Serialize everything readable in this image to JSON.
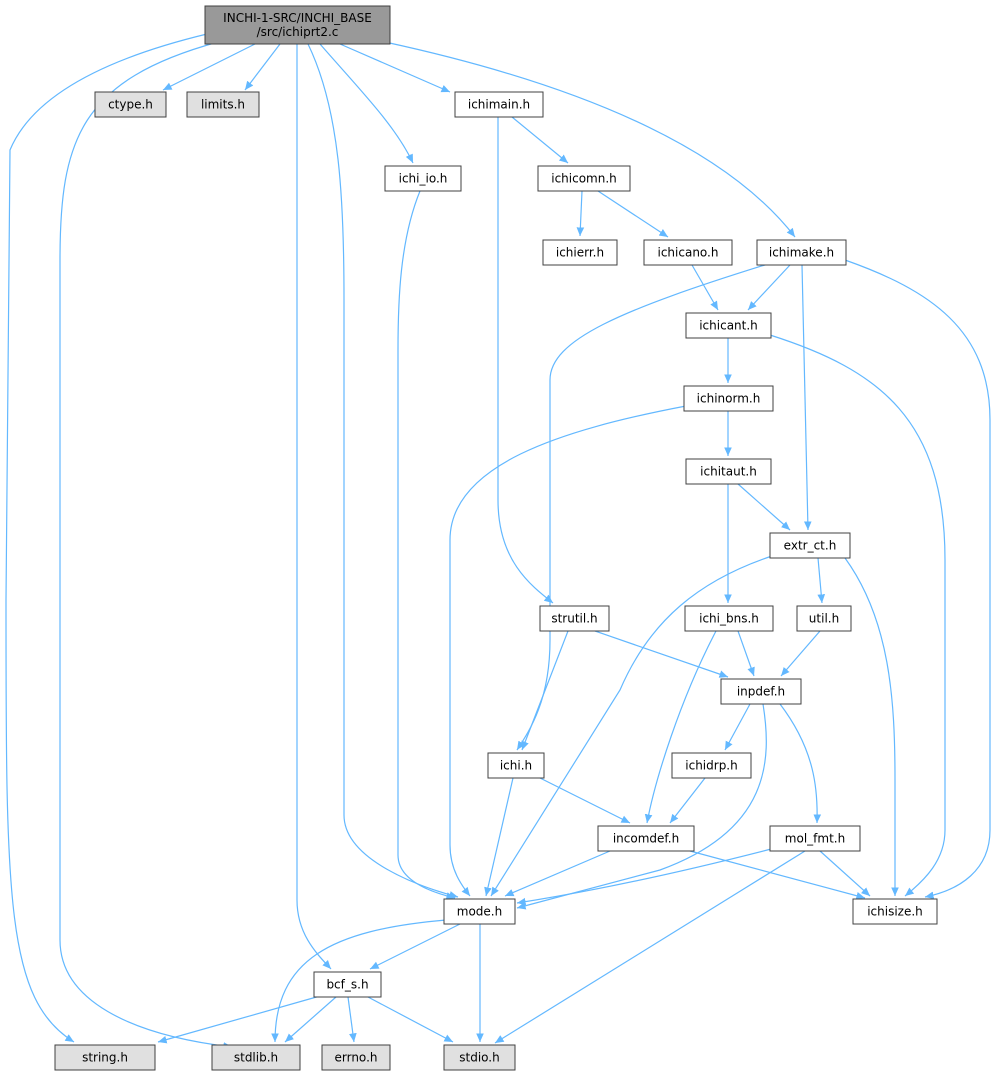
{
  "colors": {
    "edge": "#63b8ff",
    "root_fill": "#999999",
    "normal_fill": "#ffffff",
    "system_fill": "#e0e0e0",
    "border": "#404040"
  },
  "nodes": [
    {
      "id": "root",
      "kind": "root",
      "lines": [
        "INCHI-1-SRC/INCHI_BASE",
        "/src/ichiprt2.c"
      ]
    },
    {
      "id": "ctype",
      "kind": "system",
      "lines": [
        "ctype.h"
      ]
    },
    {
      "id": "limits",
      "kind": "system",
      "lines": [
        "limits.h"
      ]
    },
    {
      "id": "ichimain",
      "kind": "header",
      "lines": [
        "ichimain.h"
      ]
    },
    {
      "id": "ichi_io",
      "kind": "header",
      "lines": [
        "ichi_io.h"
      ]
    },
    {
      "id": "ichicomn",
      "kind": "header",
      "lines": [
        "ichicomn.h"
      ]
    },
    {
      "id": "ichierr",
      "kind": "header",
      "lines": [
        "ichierr.h"
      ]
    },
    {
      "id": "ichicano",
      "kind": "header",
      "lines": [
        "ichicano.h"
      ]
    },
    {
      "id": "ichimake",
      "kind": "header",
      "lines": [
        "ichimake.h"
      ]
    },
    {
      "id": "ichicant",
      "kind": "header",
      "lines": [
        "ichicant.h"
      ]
    },
    {
      "id": "ichinorm",
      "kind": "header",
      "lines": [
        "ichinorm.h"
      ]
    },
    {
      "id": "ichitaut",
      "kind": "header",
      "lines": [
        "ichitaut.h"
      ]
    },
    {
      "id": "extr_ct",
      "kind": "header",
      "lines": [
        "extr_ct.h"
      ]
    },
    {
      "id": "strutil",
      "kind": "header",
      "lines": [
        "strutil.h"
      ]
    },
    {
      "id": "ichi_bns",
      "kind": "header",
      "lines": [
        "ichi_bns.h"
      ]
    },
    {
      "id": "util",
      "kind": "header",
      "lines": [
        "util.h"
      ]
    },
    {
      "id": "inpdef",
      "kind": "header",
      "lines": [
        "inpdef.h"
      ]
    },
    {
      "id": "ichi",
      "kind": "header",
      "lines": [
        "ichi.h"
      ]
    },
    {
      "id": "ichidrp",
      "kind": "header",
      "lines": [
        "ichidrp.h"
      ]
    },
    {
      "id": "incomdef",
      "kind": "header",
      "lines": [
        "incomdef.h"
      ]
    },
    {
      "id": "mol_fmt",
      "kind": "header",
      "lines": [
        "mol_fmt.h"
      ]
    },
    {
      "id": "mode",
      "kind": "header",
      "lines": [
        "mode.h"
      ]
    },
    {
      "id": "ichisize",
      "kind": "header",
      "lines": [
        "ichisize.h"
      ]
    },
    {
      "id": "bcf_s",
      "kind": "header",
      "lines": [
        "bcf_s.h"
      ]
    },
    {
      "id": "string",
      "kind": "system",
      "lines": [
        "string.h"
      ]
    },
    {
      "id": "stdlib",
      "kind": "system",
      "lines": [
        "stdlib.h"
      ]
    },
    {
      "id": "errno",
      "kind": "system",
      "lines": [
        "errno.h"
      ]
    },
    {
      "id": "stdio",
      "kind": "system",
      "lines": [
        "stdio.h"
      ]
    }
  ],
  "edges": [
    [
      "root",
      "ctype"
    ],
    [
      "root",
      "limits"
    ],
    [
      "root",
      "ichimain"
    ],
    [
      "root",
      "ichi_io"
    ],
    [
      "root",
      "ichimake"
    ],
    [
      "root",
      "mode"
    ],
    [
      "root",
      "bcf_s"
    ],
    [
      "root",
      "string"
    ],
    [
      "root",
      "stdlib"
    ],
    [
      "ichimain",
      "ichicomn"
    ],
    [
      "ichimain",
      "strutil"
    ],
    [
      "ichi_io",
      "mode"
    ],
    [
      "ichicomn",
      "ichierr"
    ],
    [
      "ichicomn",
      "ichicano"
    ],
    [
      "ichicano",
      "ichicant"
    ],
    [
      "ichimake",
      "ichicant"
    ],
    [
      "ichimake",
      "extr_ct"
    ],
    [
      "ichimake",
      "ichisize"
    ],
    [
      "ichimake",
      "ichi"
    ],
    [
      "ichicant",
      "ichinorm"
    ],
    [
      "ichicant",
      "ichisize"
    ],
    [
      "ichinorm",
      "ichitaut"
    ],
    [
      "ichinorm",
      "mode"
    ],
    [
      "ichitaut",
      "extr_ct"
    ],
    [
      "ichitaut",
      "ichi_bns"
    ],
    [
      "extr_ct",
      "util"
    ],
    [
      "extr_ct",
      "mode"
    ],
    [
      "extr_ct",
      "ichisize"
    ],
    [
      "strutil",
      "inpdef"
    ],
    [
      "strutil",
      "ichi"
    ],
    [
      "ichi_bns",
      "inpdef"
    ],
    [
      "ichi_bns",
      "incomdef"
    ],
    [
      "util",
      "inpdef"
    ],
    [
      "inpdef",
      "ichidrp"
    ],
    [
      "inpdef",
      "mol_fmt"
    ],
    [
      "inpdef",
      "mode"
    ],
    [
      "ichi",
      "incomdef"
    ],
    [
      "ichi",
      "mode"
    ],
    [
      "ichidrp",
      "incomdef"
    ],
    [
      "incomdef",
      "mode"
    ],
    [
      "incomdef",
      "ichisize"
    ],
    [
      "mol_fmt",
      "mode"
    ],
    [
      "mol_fmt",
      "ichisize"
    ],
    [
      "mol_fmt",
      "stdio"
    ],
    [
      "mode",
      "bcf_s"
    ],
    [
      "mode",
      "stdio"
    ],
    [
      "mode",
      "stdlib"
    ],
    [
      "bcf_s",
      "string"
    ],
    [
      "bcf_s",
      "stdlib"
    ],
    [
      "bcf_s",
      "errno"
    ],
    [
      "bcf_s",
      "stdio"
    ]
  ]
}
